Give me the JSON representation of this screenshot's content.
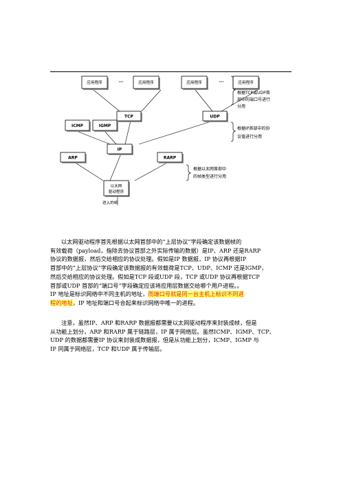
{
  "diagram": {
    "app1": "应用程序",
    "app2": "应用程序",
    "app3": "应用程序",
    "app4": "应用程序",
    "ellipsis_left": "···",
    "ellipsis_right": "···",
    "tcp": "TCP",
    "udp": "UDP",
    "icmp": "ICMP",
    "igmp": "IGMP",
    "ip": "IP",
    "arp": "ARP",
    "rarp": "RARP",
    "driver_line1": "以太网",
    "driver_line2": "驱动程序",
    "incoming": "进入的帧",
    "note_port_l1": "根据TCP或UDP首",
    "note_port_l2": "部中的端口号进行",
    "note_port_l3": "分用",
    "note_proto_l1": "根据IP首部中的协",
    "note_proto_l2": "议值进行分用",
    "note_frame_l1": "根据以太网首部中",
    "note_frame_l2": "的帧类型进行分用"
  },
  "paragraph1": {
    "l1": "以太网驱动程序首先根据以太网首部中的“上层协议”字段确定该数据帧的",
    "l2": "有效载荷（payload，指除去协议首部之外实际传输的数据）是IP、ARP 还是RARP",
    "l3": "协议的数据报，然后交给相应的协议处理。假如是IP 数据报，IP 协议再根据IP",
    "l4": "首部中的“上层协议”字段确定该数据报的有效载荷是TCP、UDP、ICMP 还是IGMP，",
    "l5": "然后交给相应的协议处理。假如是TCP 段或UDP 段，TCP 或UDP 协议再根据TCP",
    "l6": "首部或UDP 首部的“端口号”字段确定应该将应用层数据交给哪个用户进程。。",
    "l7a": "IP 地址是标识网络中不同主机的地址，",
    "l7b": "而端口号就是同一台主机上标识不同进",
    "l8a": "程的地址",
    "l8b": "，IP 地址和端口号合起来标识网络中唯一的进程。"
  },
  "paragraph2": {
    "l1": "注意，虽然IP、ARP 和RARP 数据报都需要以太网驱动程序来封装成帧，但是",
    "l2": "从功能上划分，ARP 和RARP 属于链路层，IP 属于网络层。虽然ICMP、IGMP、TCP、",
    "l3": "UDP 的数据都需要IP 协议来封装成数据报，但是从功能上划分，ICMP、IGMP 与",
    "l4": "IP 同属于网络层，TCP 和UDP 属于传输层。"
  },
  "colors": {
    "highlight_text": "#e0281f",
    "highlight_bg": "#ffff66",
    "shadow": "#9a9a9a"
  }
}
